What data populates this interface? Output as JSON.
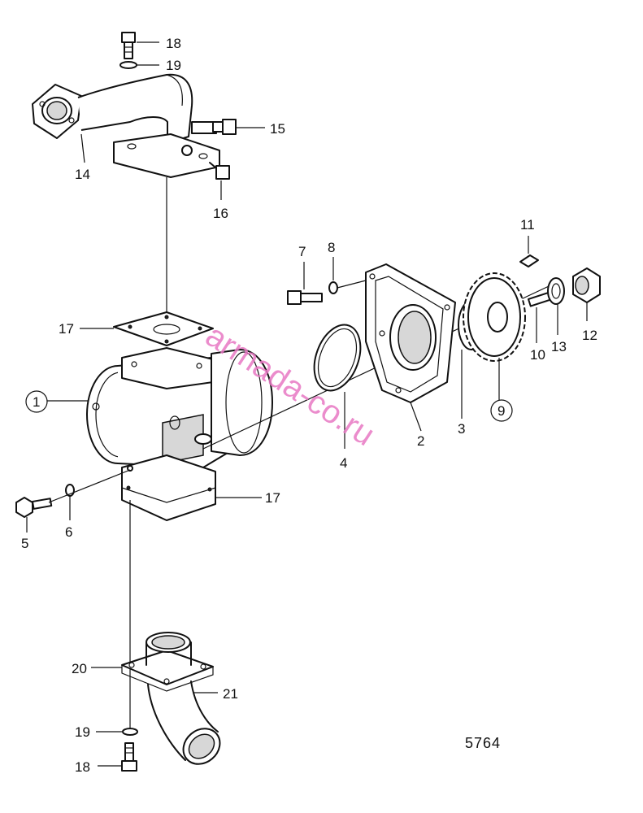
{
  "figure_number": "5764",
  "watermark": "armada-co.ru",
  "callouts": [
    {
      "id": "c18a",
      "text": "18"
    },
    {
      "id": "c19a",
      "text": "19"
    },
    {
      "id": "c15",
      "text": "15"
    },
    {
      "id": "c14",
      "text": "14"
    },
    {
      "id": "c16",
      "text": "16"
    },
    {
      "id": "c7",
      "text": "7"
    },
    {
      "id": "c8",
      "text": "8"
    },
    {
      "id": "c11",
      "text": "11"
    },
    {
      "id": "c17a",
      "text": "17"
    },
    {
      "id": "c1",
      "text": "1"
    },
    {
      "id": "c12",
      "text": "12"
    },
    {
      "id": "c13",
      "text": "13"
    },
    {
      "id": "c10",
      "text": "10"
    },
    {
      "id": "c9",
      "text": "9"
    },
    {
      "id": "c2",
      "text": "2"
    },
    {
      "id": "c3",
      "text": "3"
    },
    {
      "id": "c4",
      "text": "4"
    },
    {
      "id": "c17b",
      "text": "17"
    },
    {
      "id": "c5",
      "text": "5"
    },
    {
      "id": "c6",
      "text": "6"
    },
    {
      "id": "c20",
      "text": "20"
    },
    {
      "id": "c21",
      "text": "21"
    },
    {
      "id": "c19b",
      "text": "19"
    },
    {
      "id": "c18b",
      "text": "18"
    }
  ]
}
